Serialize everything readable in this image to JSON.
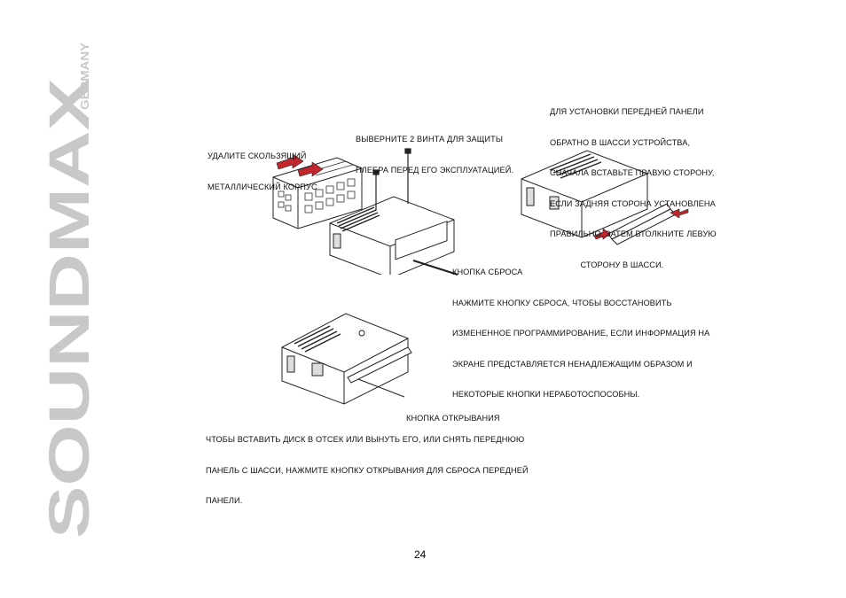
{
  "brand": {
    "name": "SOUNDMAX",
    "sub": "GERMANY"
  },
  "labels": {
    "remove_case": [
      "УДАЛИТЕ СКОЛЬЗЯЩИЙ",
      "МЕТАЛЛИЧЕСКИЙ КОРПУС"
    ],
    "screws": [
      "ВЫВЕРНИТЕ 2 ВИНТА ДЛЯ ЗАЩИТЫ",
      "ПЛЕЕРА ПЕРЕД ЕГО ЭКСПЛУАТАЦИЕЙ."
    ],
    "panel_install": [
      "ДЛЯ УСТАНОВКИ ПЕРЕДНЕЙ ПАНЕЛИ",
      "ОБРАТНО В ШАССИ УСТРОЙСТВА,",
      "СНАЧАЛА ВСТАВЬТЕ ПРАВУЮ СТОРОНУ,",
      "ЕСЛИ ЗАДНЯЯ СТОРОНА УСТАНОВЛЕНА",
      "ПРАВИЛЬНО, ЗАТЕМ ВТОЛКНИТЕ ЛЕВУЮ",
      "             СТОРОНУ В ШАССИ."
    ],
    "reset": [
      "КНОПКА СБРОСА",
      "НАЖМИТЕ КНОПКУ СБРОСА, ЧТОБЫ ВОССТАНОВИТЬ",
      "ИЗМЕНЕННОЕ ПРОГРАММИРОВАНИЕ, ЕСЛИ ИНФОРМАЦИЯ НА",
      "ЭКРАНЕ ПРЕДСТАВЛЯЕТСЯ НЕНАДЛЕЖАЩИМ ОБРАЗОМ И",
      "НЕКОТОРЫЕ КНОПКИ НЕРАБОТОСПОСОБНЫ."
    ],
    "open_button": [
      "КНОПКА ОТКРЫВАНИЯ"
    ],
    "eject": [
      "ЧТОБЫ ВСТАВИТЬ ДИСК В ОТСЕК ИЛИ ВЫНУТЬ ЕГО, ИЛИ СНЯТЬ ПЕРЕДНЮЮ",
      "ПАНЕЛЬ С ШАССИ, НАЖМИТЕ КНОПКУ ОТКРЫВАНИЯ ДЛЯ СБРОСА ПЕРЕДНЕЙ",
      "ПАНЕЛИ."
    ]
  },
  "page_number": "24",
  "colors": {
    "brand": "#c8c8c8",
    "arrow": "#c0262c",
    "line": "#222222"
  }
}
